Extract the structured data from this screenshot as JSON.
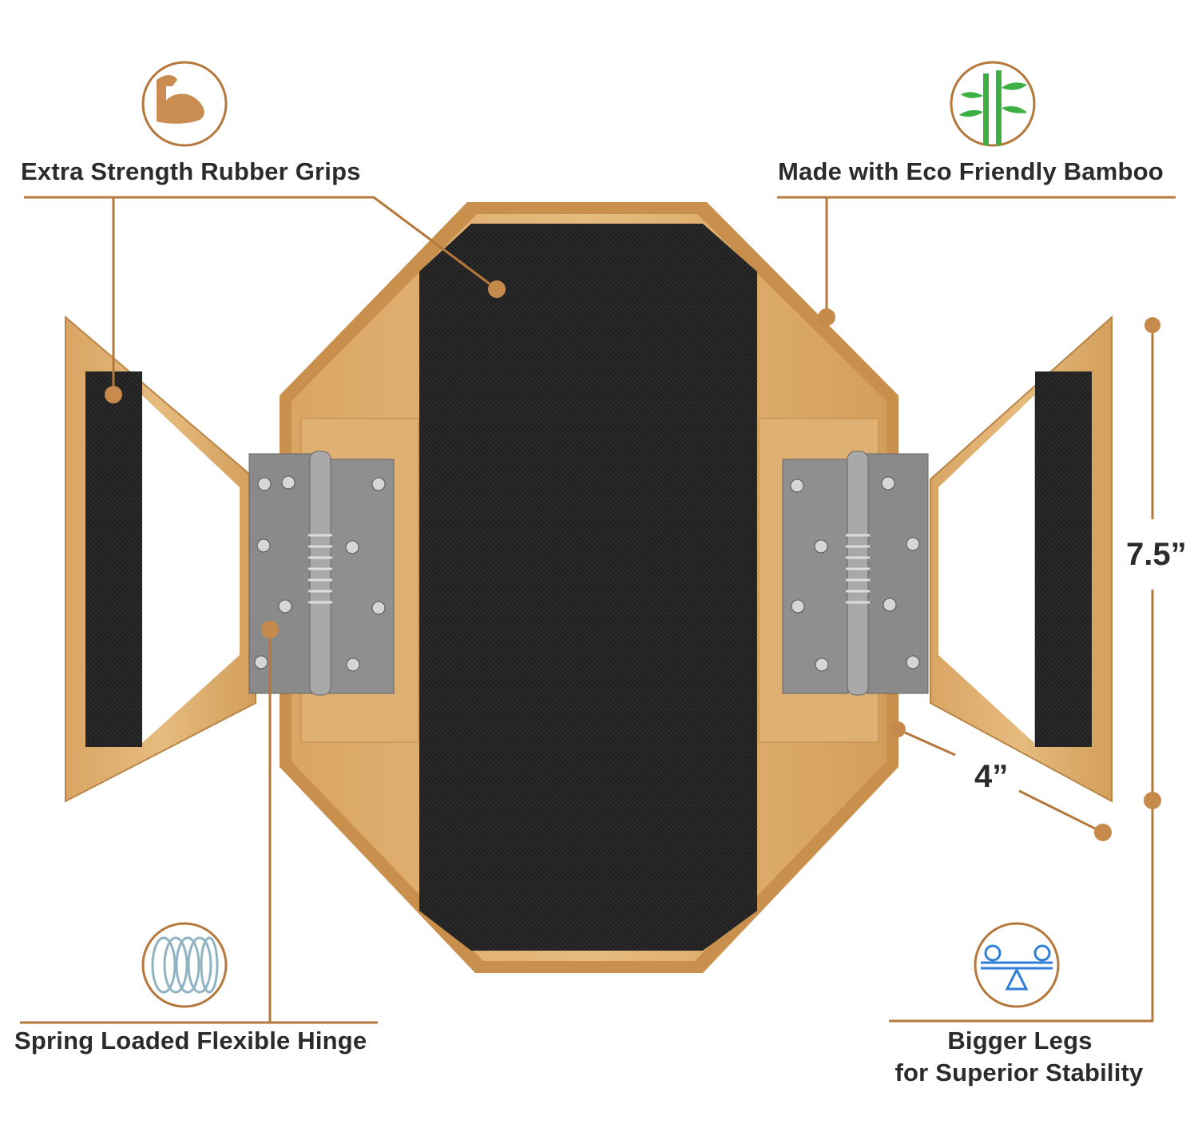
{
  "features": {
    "grips": "Extra Strength Rubber Grips",
    "bamboo": "Made with Eco Friendly Bamboo",
    "hinge": "Spring Loaded Flexible Hinge",
    "legs_line1": "Bigger Legs",
    "legs_line2": "for Superior Stability"
  },
  "dimensions": {
    "height": "7.5”",
    "depth": "4”"
  },
  "icons": [
    "muscle-icon",
    "bamboo-icon",
    "spring-icon",
    "balance-icon"
  ],
  "colors": {
    "accent": "#b5773a",
    "bamboo": "#d9a865",
    "mat": "#1e1e1e",
    "hinge": "#8c8c8c",
    "text": "#2b2b2b"
  }
}
